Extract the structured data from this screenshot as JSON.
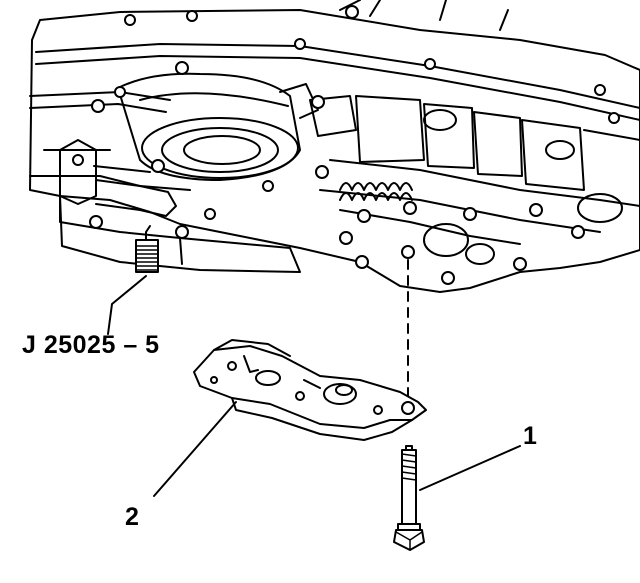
{
  "callouts": {
    "tool": "J 25025 – 5",
    "part_2": "2",
    "part_1": "1"
  },
  "colors": {
    "ink": "#000000",
    "paper": "#ffffff"
  }
}
